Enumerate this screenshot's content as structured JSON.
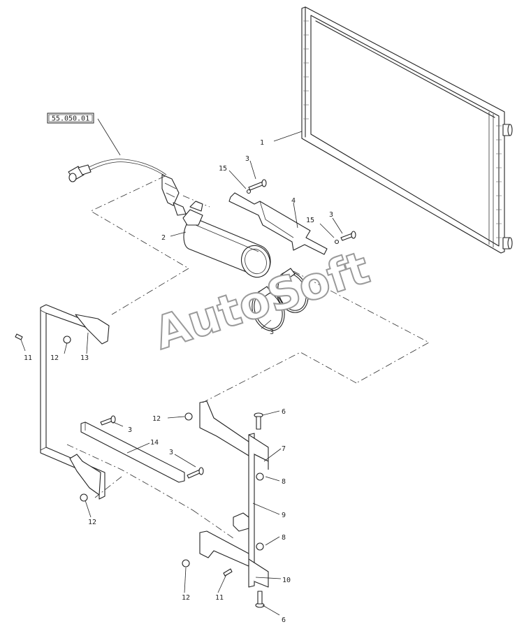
{
  "reference_box": "55.050.01",
  "watermark": "AutoSoft",
  "callouts": [
    {
      "id": "c1",
      "text": "1"
    },
    {
      "id": "c2",
      "text": "2"
    },
    {
      "id": "c3a",
      "text": "3"
    },
    {
      "id": "c3b",
      "text": "3"
    },
    {
      "id": "c3c",
      "text": "3"
    },
    {
      "id": "c3d",
      "text": "3"
    },
    {
      "id": "c3e",
      "text": "3"
    },
    {
      "id": "c4",
      "text": "4"
    },
    {
      "id": "c6a",
      "text": "6"
    },
    {
      "id": "c6b",
      "text": "6"
    },
    {
      "id": "c7",
      "text": "7"
    },
    {
      "id": "c8a",
      "text": "8"
    },
    {
      "id": "c8b",
      "text": "8"
    },
    {
      "id": "c9",
      "text": "9"
    },
    {
      "id": "c10",
      "text": "10"
    },
    {
      "id": "c11a",
      "text": "11"
    },
    {
      "id": "c11b",
      "text": "11"
    },
    {
      "id": "c12a",
      "text": "12"
    },
    {
      "id": "c12b",
      "text": "12"
    },
    {
      "id": "c12c",
      "text": "12"
    },
    {
      "id": "c12d",
      "text": "12"
    },
    {
      "id": "c13",
      "text": "13"
    },
    {
      "id": "c14",
      "text": "14"
    },
    {
      "id": "c15a",
      "text": "15"
    },
    {
      "id": "c15b",
      "text": "15"
    }
  ]
}
